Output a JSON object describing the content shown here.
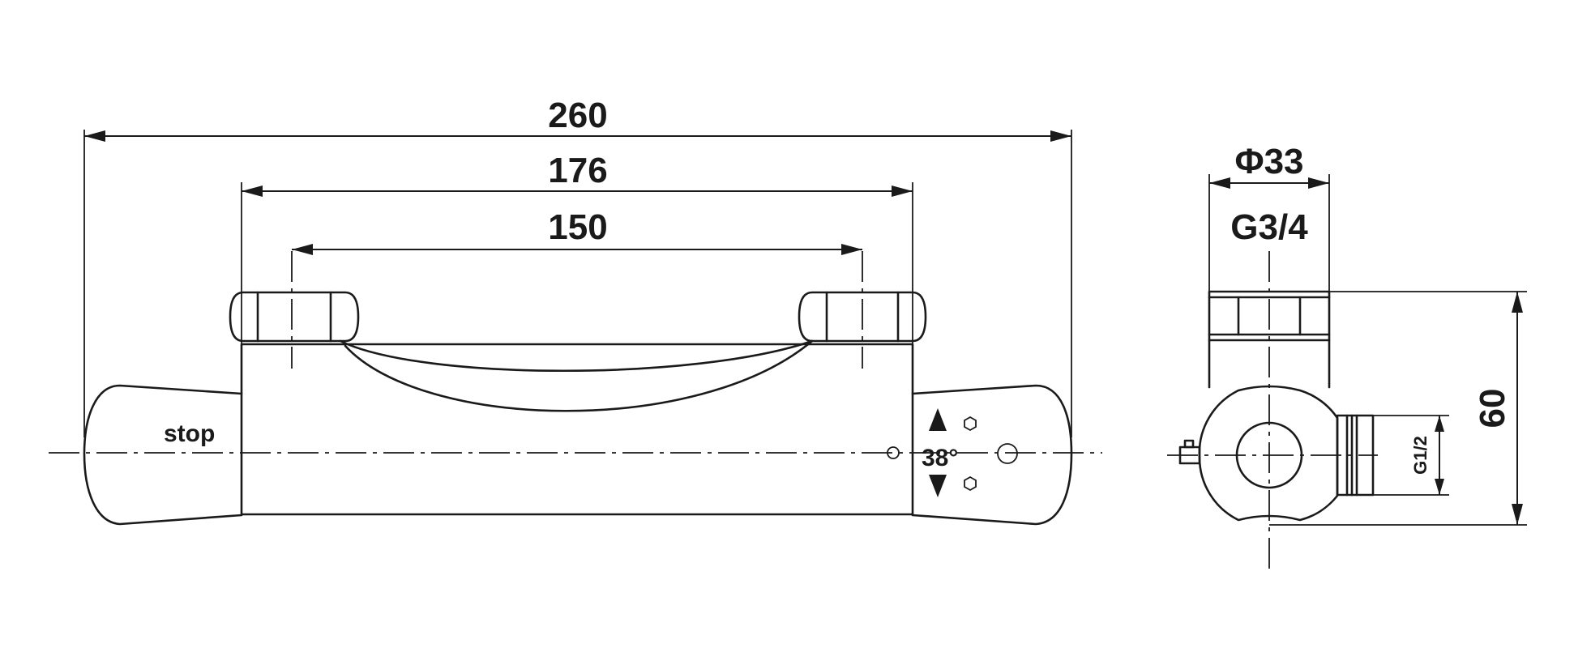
{
  "dimensions": {
    "overall_length": "260",
    "connection_spacing_outer": "176",
    "connection_spacing_inner": "150",
    "body_diameter": "Φ33",
    "inlet_thread": "G3/4",
    "height": "60",
    "outlet_thread": "G1/2"
  },
  "labels": {
    "stop": "stop",
    "temperature": "38°"
  }
}
